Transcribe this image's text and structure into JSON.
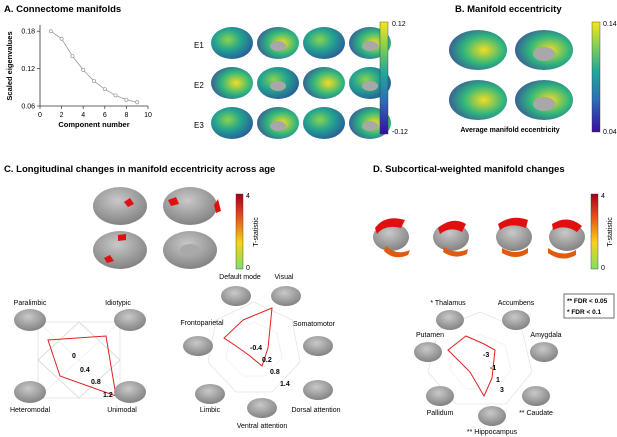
{
  "panels": {
    "a_title": "A. Connectome manifolds",
    "b_title": "B. Manifold eccentricity",
    "c_title": "C. Longitudinal changes in manifold eccentricity across age",
    "d_title": "D. Subcortical-weighted manifold changes"
  },
  "panel_a": {
    "row_labels": [
      "E1",
      "E2",
      "E3"
    ],
    "colorbar": {
      "max": "0.12",
      "min": "-0.12"
    }
  },
  "panel_b": {
    "caption": "Average manifold eccentricity",
    "colorbar": {
      "max": "0.14",
      "min": "0.04"
    }
  },
  "panel_c": {
    "colorbar": {
      "max": "4",
      "min": "0",
      "label": "T-statistic"
    },
    "radar1": {
      "labels": [
        "Paralimbic",
        "Idiotypic",
        "Heteromodal",
        "Unimodal"
      ],
      "ticks": [
        "0",
        "0.4",
        "0.8",
        "1.2"
      ]
    },
    "radar2": {
      "labels": [
        "Default mode",
        "Visual",
        "Frontoparietal",
        "Somatomotor",
        "Limbic",
        "Dorsal attention",
        "Ventral attention"
      ],
      "ticks": [
        "-0.4",
        "0.2",
        "0.8",
        "1.4"
      ]
    }
  },
  "panel_d": {
    "colorbar": {
      "max": "4",
      "min": "0",
      "label": "T-statistic"
    },
    "radar": {
      "labels": [
        "* Thalamus",
        "Accumbens",
        "Putamen",
        "Amygdala",
        "Pallidum",
        "** Caudate",
        "** Hippocampus"
      ],
      "ticks": [
        "-3",
        "-1",
        "1",
        "3"
      ]
    },
    "legend": [
      "** FDR < 0.05",
      "*  FDR < 0.1"
    ]
  },
  "chart_data": {
    "type": "line",
    "x": [
      1,
      2,
      3,
      4,
      5,
      6,
      7,
      8,
      9
    ],
    "series": [
      {
        "values": [
          0.18,
          0.168,
          0.14,
          0.118,
          0.1,
          0.087,
          0.077,
          0.07,
          0.066
        ]
      }
    ],
    "xlabel": "Component number",
    "ylabel": "Scaled eigenvalues",
    "xlim": [
      0,
      10
    ],
    "ylim": [
      0.06,
      0.19
    ],
    "xticks": [
      "0",
      "2",
      "4",
      "6",
      "8",
      "10"
    ],
    "yticks": [
      "0.06",
      "0.12",
      "0.18"
    ],
    "grid": false
  },
  "colors": {
    "viridis_low": "#3a0ca3",
    "viridis_high": "#f9e51a",
    "tstat_high": "#b5001f",
    "tstat_low": "#7fe06a",
    "line": "#e02020"
  }
}
